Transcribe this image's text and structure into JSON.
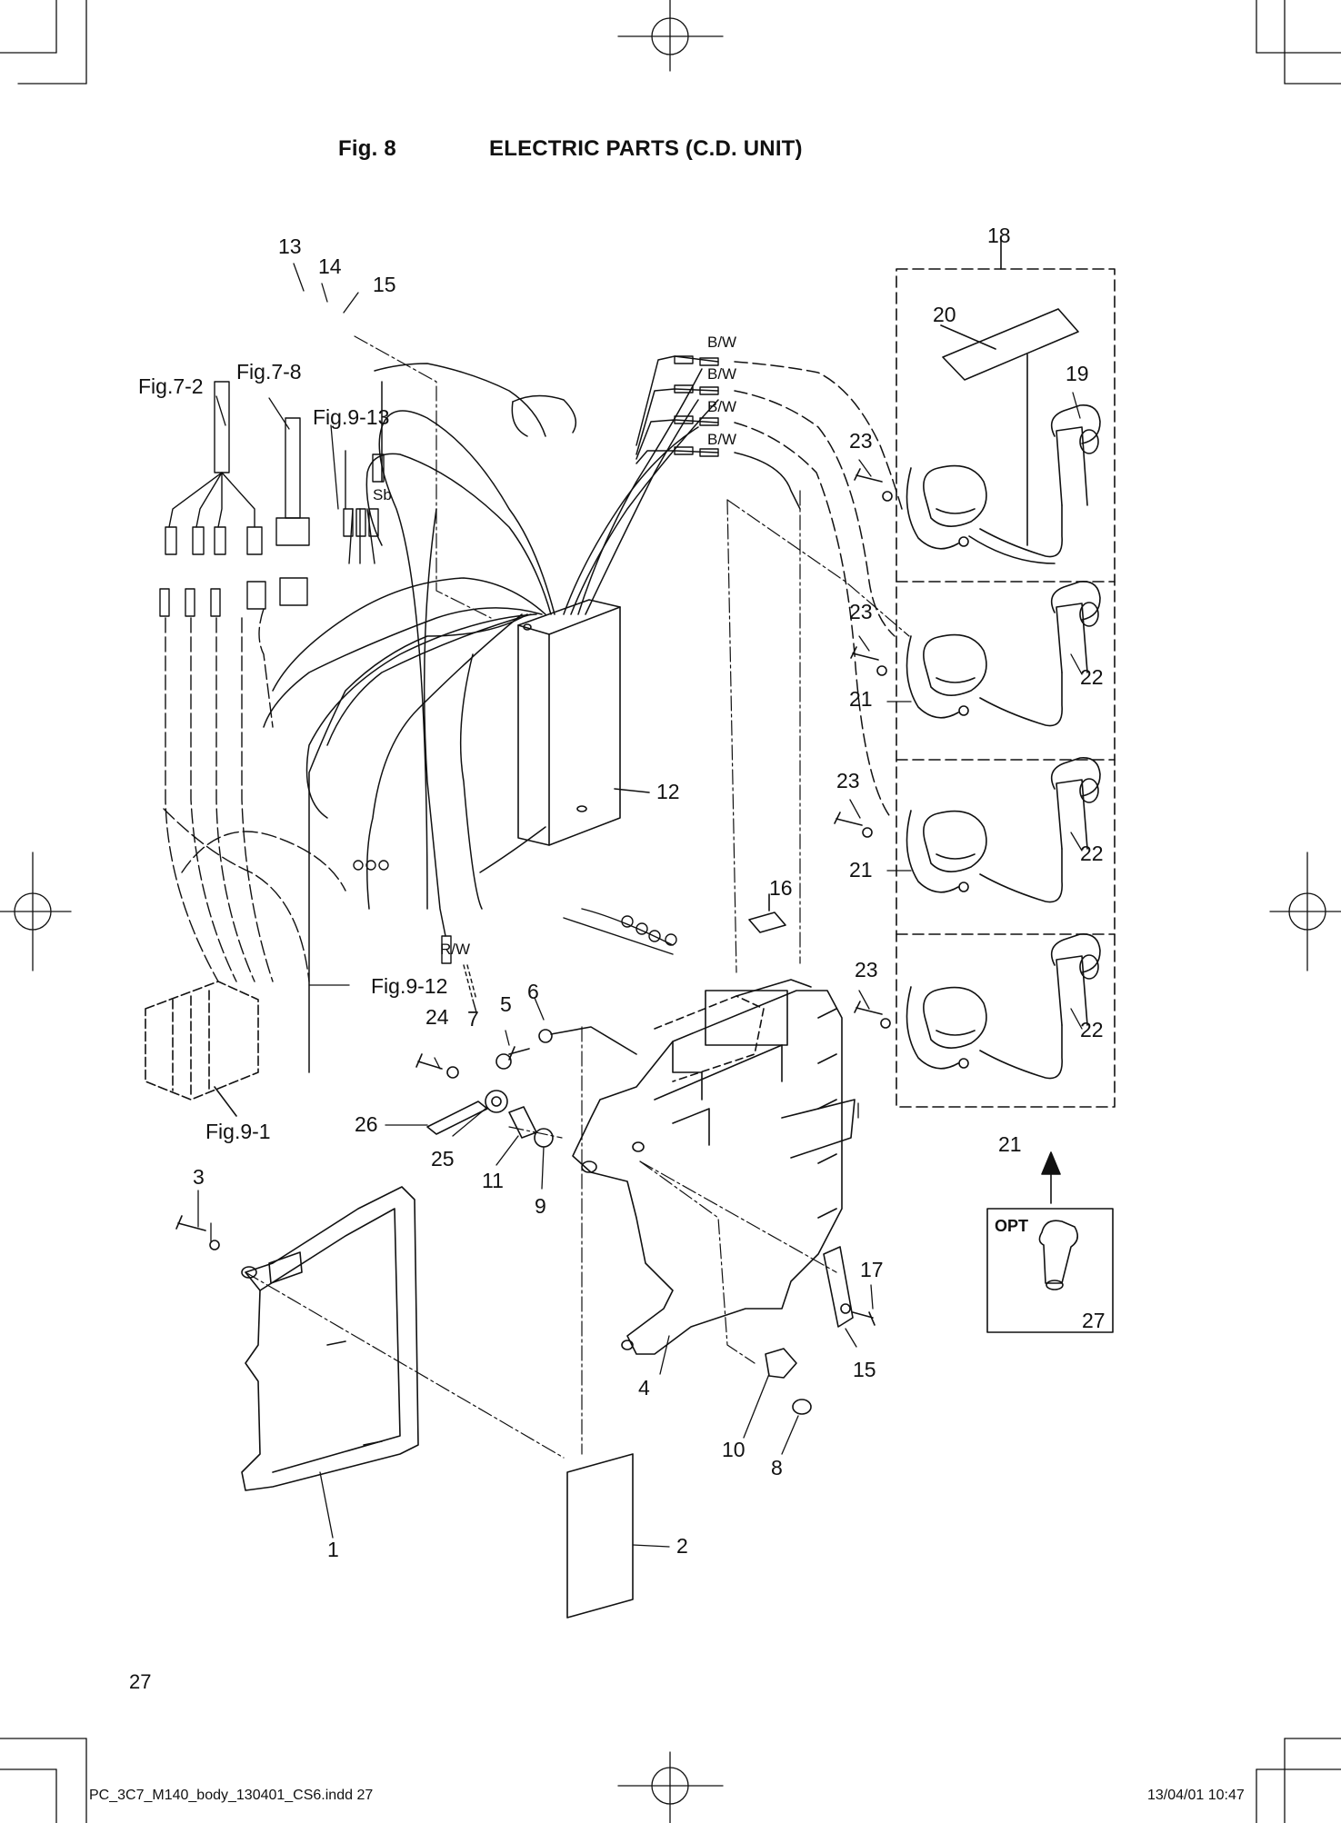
{
  "header": {
    "fig_no": "Fig. 8",
    "title": "ELECTRIC PARTS (C.D. UNIT)"
  },
  "callouts": {
    "c13": "13",
    "c14": "14",
    "c15a": "15",
    "c18": "18",
    "c20": "20",
    "c19": "19",
    "bw1": "B/W",
    "bw2": "B/W",
    "bw3": "B/W",
    "bw4": "B/W",
    "fig7_2": "Fig.7-2",
    "fig7_8": "Fig.7-8",
    "fig9_13": "Fig.9-13",
    "sb": "Sb",
    "c23a": "23",
    "c23b": "23",
    "c23c": "23",
    "c23d": "23",
    "c22a": "22",
    "c22b": "22",
    "c22c": "22",
    "c21a": "21",
    "c21b": "21",
    "c21c": "21",
    "c12": "12",
    "c16": "16",
    "rw": "R/W",
    "fig9_12": "Fig.9-12",
    "c5": "5",
    "c6": "6",
    "c7": "7",
    "c24": "24",
    "c26": "26",
    "c25": "25",
    "c11": "11",
    "c9": "9",
    "fig9_1": "Fig.9-1",
    "c3": "3",
    "opt": "OPT",
    "c27": "27",
    "c17": "17",
    "c15b": "15",
    "c4": "4",
    "c10": "10",
    "c8": "8",
    "c1": "1",
    "c2": "2"
  },
  "footer": {
    "page_number": "27",
    "file": "PC_3C7_M140_body_130401_CS6.indd   27",
    "date": "13/04/01   10:47"
  }
}
